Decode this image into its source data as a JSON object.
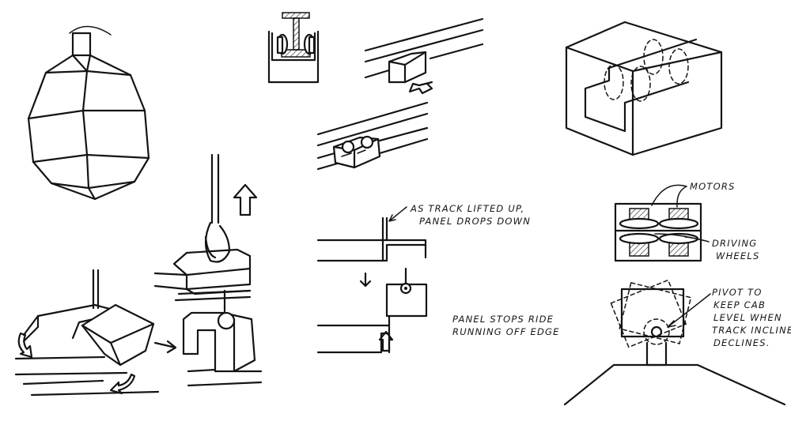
{
  "notes": {
    "track_lift": {
      "line1": "AS TRACK LIFTED UP,",
      "line2": "PANEL DROPS DOWN"
    },
    "panel_stop": {
      "line1": "PANEL STOPS RIDE",
      "line2": "RUNNING OFF EDGE"
    },
    "motors": "MOTORS",
    "driving_wheels": {
      "line1": "DRIVING",
      "line2": "WHEELS"
    },
    "pivot": {
      "line1": "PIVOT TO",
      "line2": "KEEP CAB",
      "line3": "LEVEL WHEN",
      "line4": "TRACK INCLINES/",
      "line5": "DECLINES."
    }
  },
  "colors": {
    "ink": "#141414",
    "paper": "#ffffff"
  }
}
